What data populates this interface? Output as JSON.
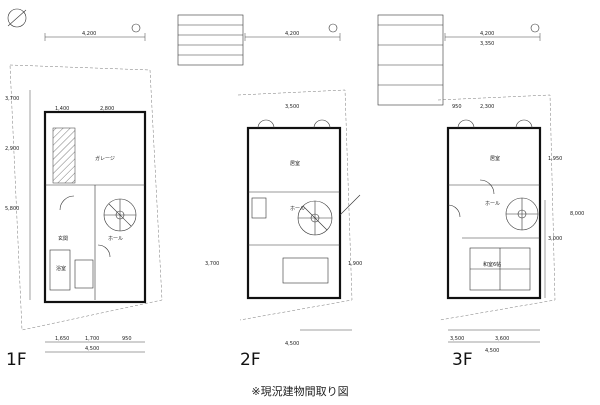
{
  "caption": "※現況建物間取り図",
  "floors": [
    {
      "label": "1F",
      "rooms": [
        "ガレージ",
        "ホール",
        "玄関",
        "浴室"
      ],
      "dims_top": [
        "4,200",
        "2,800",
        "1,400"
      ],
      "dims_bottom": [
        "1,650",
        "1,700",
        "950",
        "4,500"
      ],
      "dims_side": [
        "3,700",
        "2,900",
        "5,800"
      ]
    },
    {
      "label": "2F",
      "rooms": [
        "居室",
        "ホール"
      ],
      "dims_top": [
        "4,200",
        "3,500"
      ],
      "dims_bottom": [
        "4,500"
      ],
      "dims_side": [
        "3,700",
        "1,900"
      ]
    },
    {
      "label": "3F",
      "rooms": [
        "居室",
        "ホール",
        "和室6帖"
      ],
      "dims_top": [
        "4,200",
        "3,350",
        "2,300",
        "950"
      ],
      "dims_bottom": [
        "3,500",
        "3,600",
        "4,500"
      ],
      "dims_side": [
        "1,950",
        "3,000",
        "8,000"
      ]
    }
  ]
}
